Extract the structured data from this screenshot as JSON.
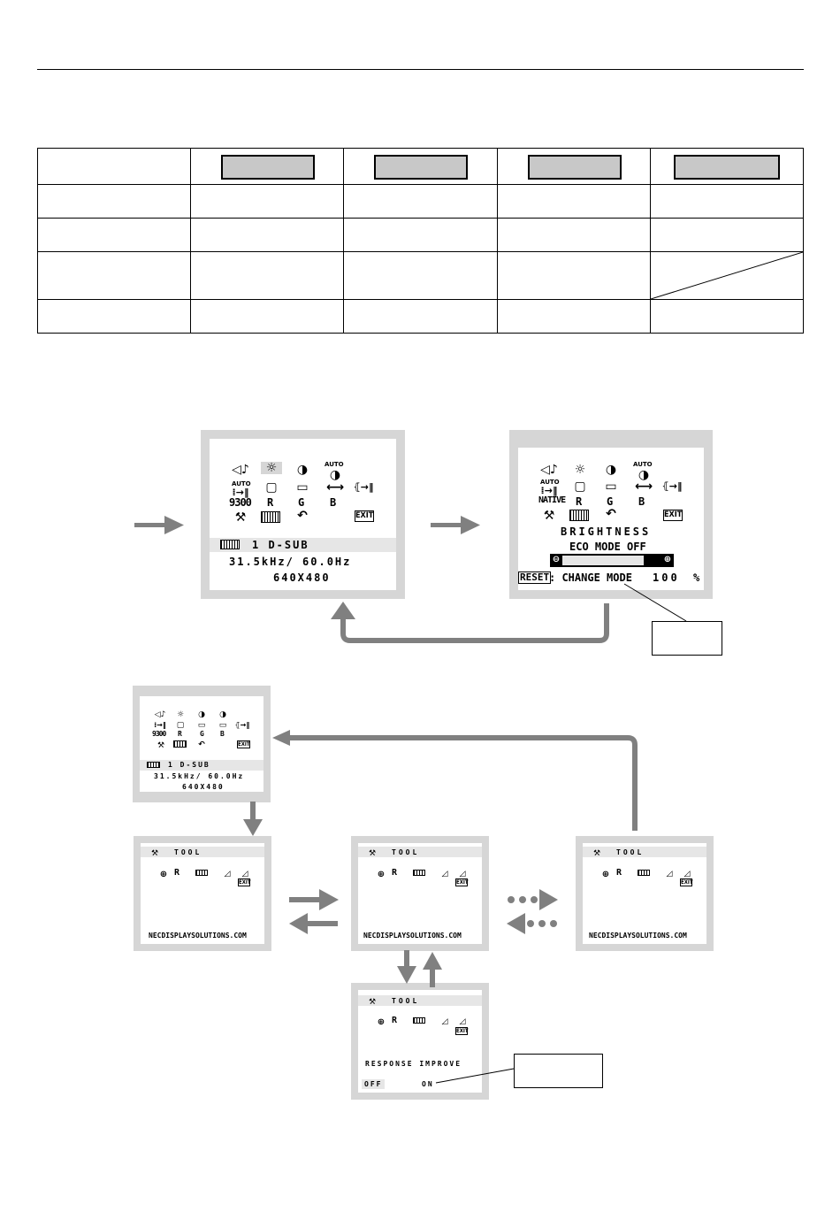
{
  "table": {
    "header_buttons": [
      "",
      "",
      "",
      ""
    ]
  },
  "osd_main": {
    "icons_row1": [
      "◁♪",
      "☼",
      "◑",
      "AUTO"
    ],
    "auto_icon_top": "AUTO",
    "preset_label": "9300",
    "rgb": [
      "R",
      "G",
      "B"
    ],
    "exit_label": "EXIT",
    "input_label": "1  D-SUB",
    "frequency": "31.5kHz/ 60.0Hz",
    "resolution": "640X480"
  },
  "osd_brightness": {
    "preset_label": "NATIVE",
    "rgb": [
      "R",
      "G",
      "B"
    ],
    "exit_label": "EXIT",
    "title": "BRIGHTNESS",
    "eco_mode": "ECO MODE OFF",
    "reset_key": "RESET",
    "reset_action": ": CHANGE MODE",
    "value": "100",
    "unit": "%",
    "brightness_fraction": 0.82
  },
  "osd_small": {
    "preset_label": "9300",
    "rgb": [
      "R",
      "G",
      "B"
    ],
    "exit_label": "EXIT",
    "input_label": "1  D-SUB",
    "frequency": "31.5kHz/ 60.0Hz",
    "resolution": "640X480"
  },
  "tool": {
    "title": "TOOL",
    "footer": "NECDISPLAYSOLUTIONS.COM",
    "exit_label": "EXIT",
    "response_label": "RESPONSE  IMPROVE",
    "off_label": "OFF",
    "on_label": "ON"
  },
  "callouts": [
    "",
    ""
  ],
  "colors": {
    "osd_frame": "#d6d6d6",
    "osd_bar": "#e6e6e6",
    "arrow": "#808080"
  }
}
